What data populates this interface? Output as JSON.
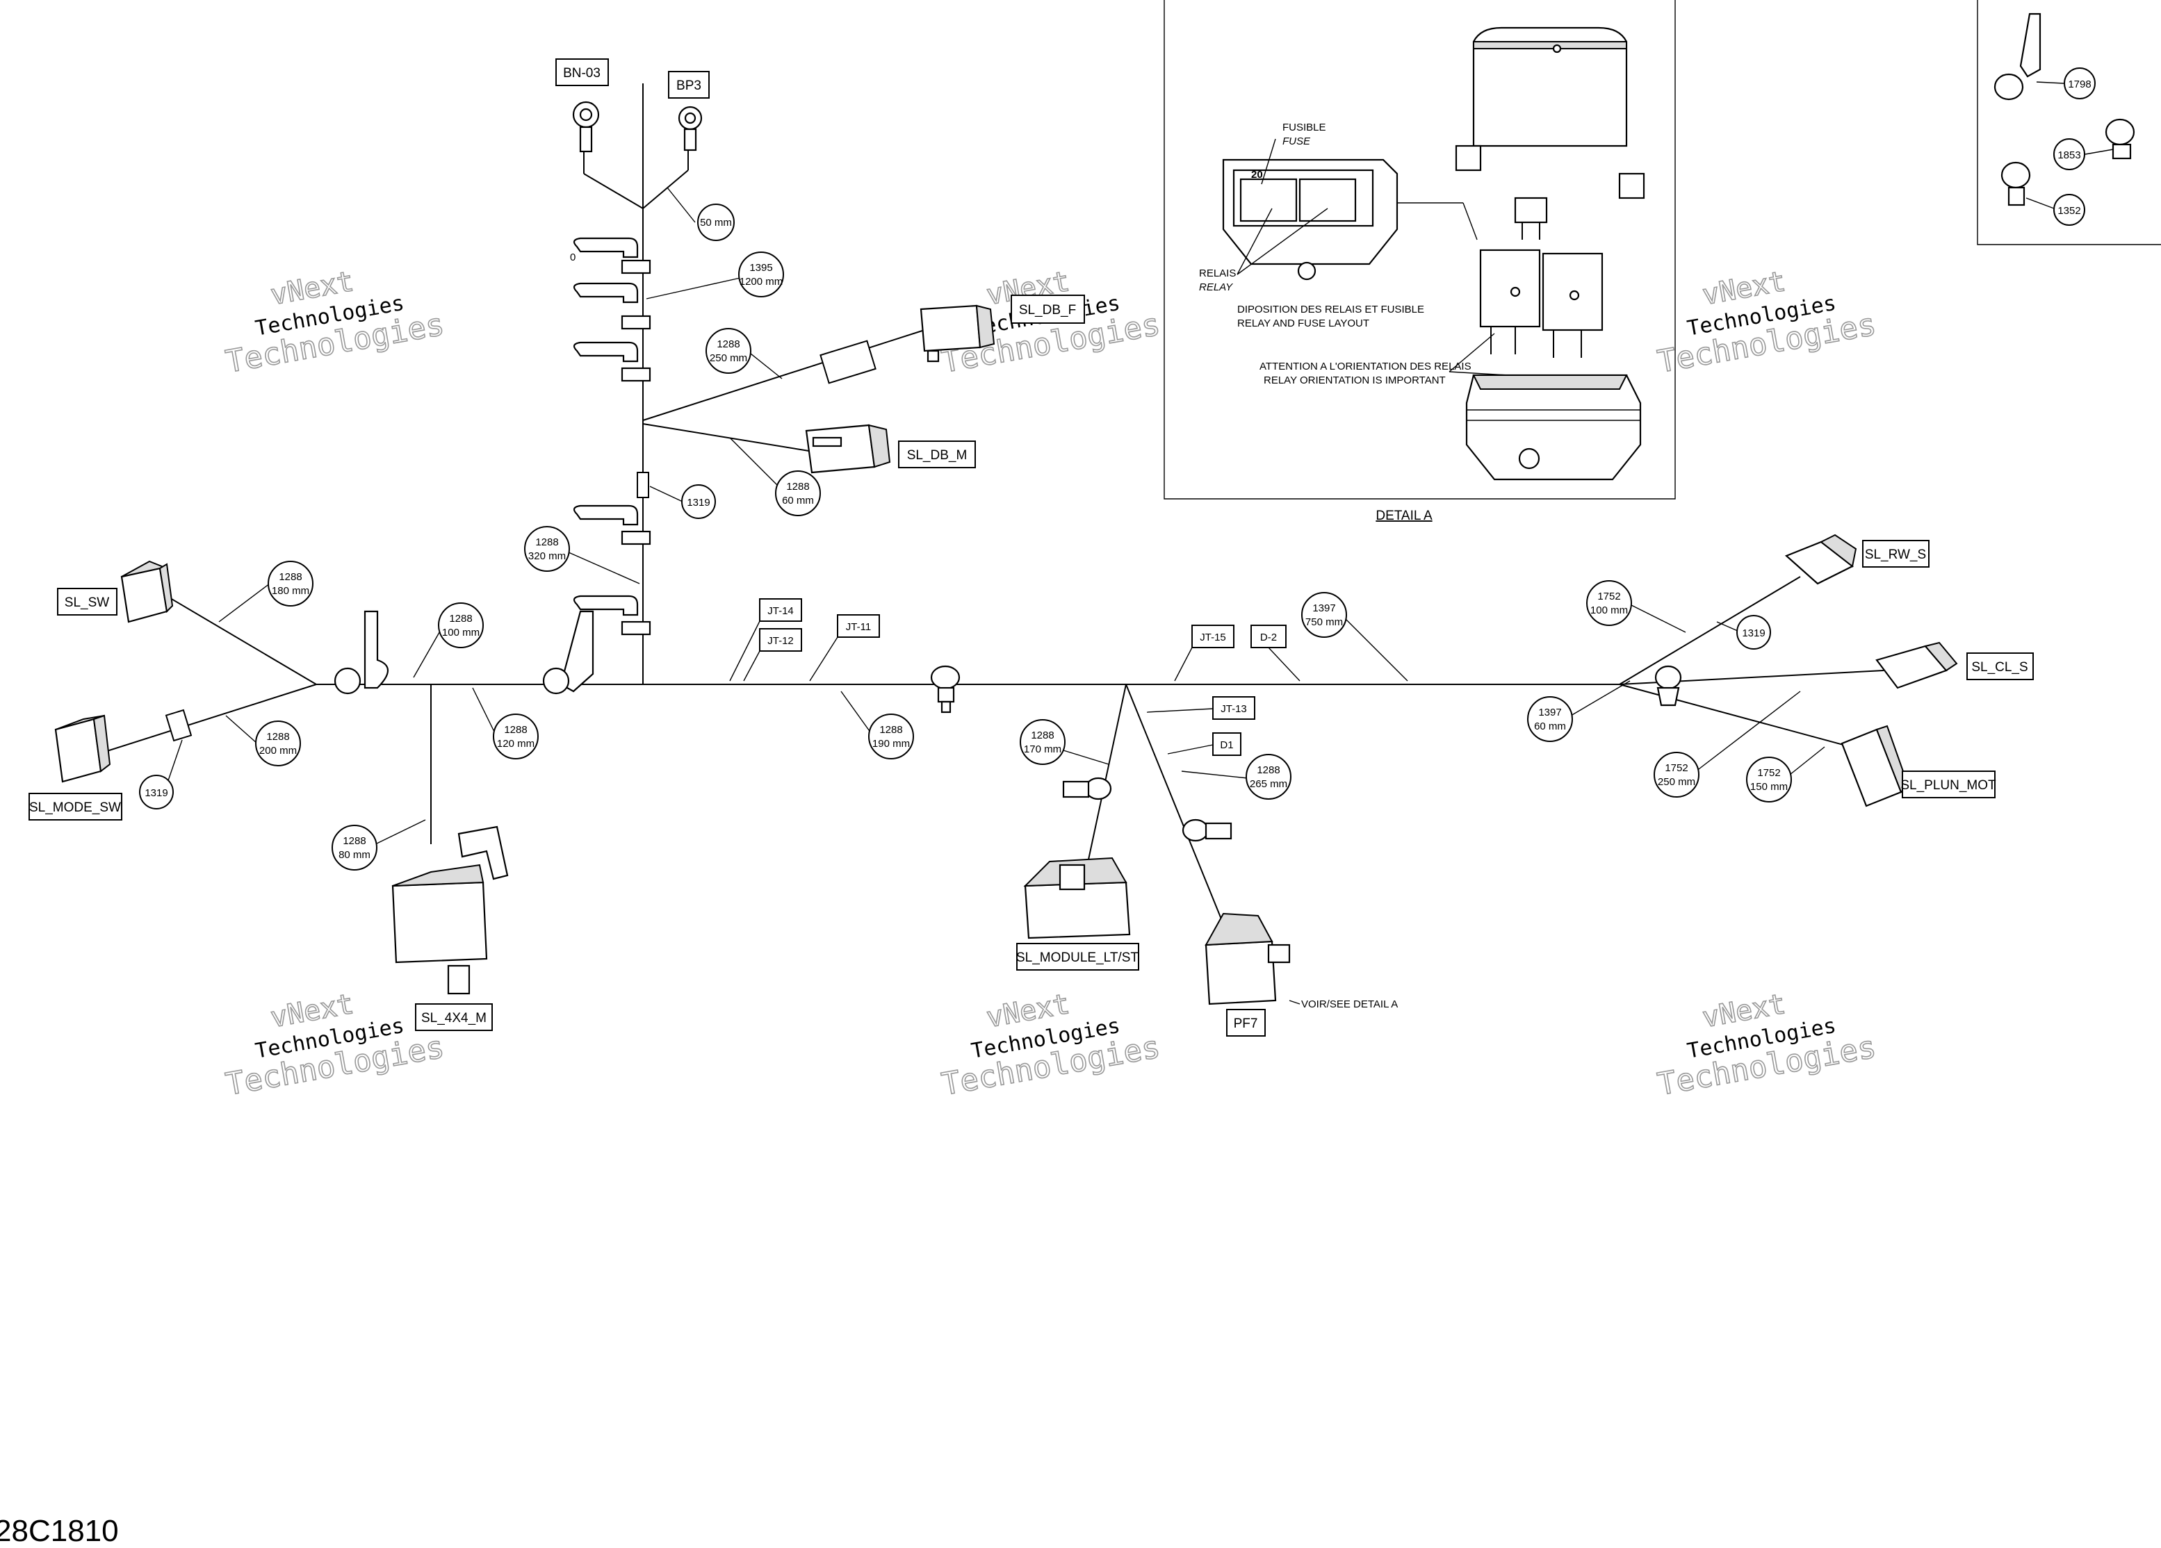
{
  "page_code": "28C1810",
  "watermark": {
    "line1": "vNext",
    "line2": "Technologies",
    "line3": "Technologies",
    "color": "#999999"
  },
  "labels": {
    "bn03": "BN-03",
    "bp3": "BP3",
    "sl_db_f": "SL_DB_F",
    "sl_db_m": "SL_DB_M",
    "sl_sw": "SL_SW",
    "sl_mode_sw": "SL_MODE_SW",
    "sl_4x4_m": "SL_4X4_M",
    "sl_module": "SL_MODULE_LT/ST",
    "pf7": "PF7",
    "sl_rw_s": "SL_RW_S",
    "sl_cl_s": "SL_CL_S",
    "sl_plun_mot": "SL_PLUN_MOT",
    "jt14": "JT-14",
    "jt12": "JT-12",
    "jt11": "JT-11",
    "jt15": "JT-15",
    "d2": "D-2",
    "jt13": "JT-13",
    "d1": "D1",
    "zero": "0"
  },
  "callouts": {
    "c50": [
      "50 mm"
    ],
    "c1395": [
      "1395",
      "1200 mm"
    ],
    "c1288_250": [
      "1288",
      "250 mm"
    ],
    "c1288_60": [
      "1288",
      "60 mm"
    ],
    "c1319_top": [
      "1319"
    ],
    "c1288_320": [
      "1288",
      "320 mm"
    ],
    "c1288_180": [
      "1288",
      "180 mm"
    ],
    "c1288_100": [
      "1288",
      "100 mm"
    ],
    "c1288_200": [
      "1288",
      "200 mm"
    ],
    "c1319_left": [
      "1319"
    ],
    "c1288_120": [
      "1288",
      "120 mm"
    ],
    "c1288_80": [
      "1288",
      "80 mm"
    ],
    "c1288_190": [
      "1288",
      "190 mm"
    ],
    "c1288_170": [
      "1288",
      "170 mm"
    ],
    "c1288_265": [
      "1288",
      "265 mm"
    ],
    "c1397_750": [
      "1397",
      "750 mm"
    ],
    "c1752_100": [
      "1752",
      "100 mm"
    ],
    "c1319_right": [
      "1319"
    ],
    "c1397_60": [
      "1397",
      "60 mm"
    ],
    "c1752_250": [
      "1752",
      "250 mm"
    ],
    "c1752_150": [
      "1752",
      "150 mm"
    ],
    "c1798": [
      "1798"
    ],
    "c1853": [
      "1853"
    ],
    "c1352": [
      "1352"
    ]
  },
  "detail_a": {
    "title": "DETAIL A",
    "fuse_fr": "FUSIBLE",
    "fuse_en": "FUSE",
    "relay_fr": "RELAIS",
    "relay_en": "RELAY",
    "layout_fr": "DIPOSITION DES RELAIS ET FUSIBLE",
    "layout_en": "RELAY AND FUSE LAYOUT",
    "orient_fr": "ATTENTION A L'ORIENTATION DES RELAIS",
    "orient_en": "RELAY ORIENTATION IS IMPORTANT",
    "fuse_value": "20"
  },
  "see_detail": "VOIR/SEE DETAIL A"
}
